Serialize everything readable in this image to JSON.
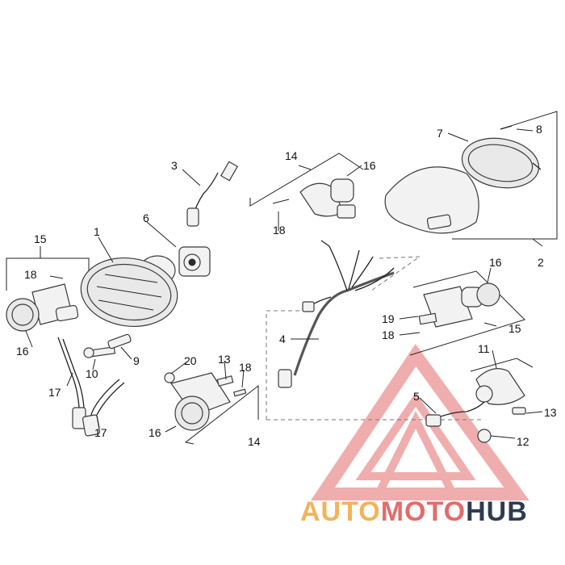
{
  "callouts": [
    {
      "id": "c1",
      "text": "1"
    },
    {
      "id": "c2",
      "text": "2"
    },
    {
      "id": "c3",
      "text": "3"
    },
    {
      "id": "c4",
      "text": "4"
    },
    {
      "id": "c5",
      "text": "5"
    },
    {
      "id": "c6",
      "text": "6"
    },
    {
      "id": "c7",
      "text": "7"
    },
    {
      "id": "c8",
      "text": "8"
    },
    {
      "id": "c9",
      "text": "9"
    },
    {
      "id": "c10",
      "text": "10"
    },
    {
      "id": "c11",
      "text": "11"
    },
    {
      "id": "c12",
      "text": "12"
    },
    {
      "id": "c13a",
      "text": "13"
    },
    {
      "id": "c13b",
      "text": "13"
    },
    {
      "id": "c14a",
      "text": "14"
    },
    {
      "id": "c14b",
      "text": "14"
    },
    {
      "id": "c15a",
      "text": "15"
    },
    {
      "id": "c15b",
      "text": "15"
    },
    {
      "id": "c16a",
      "text": "16"
    },
    {
      "id": "c16b",
      "text": "16"
    },
    {
      "id": "c16c",
      "text": "16"
    },
    {
      "id": "c16d",
      "text": "16"
    },
    {
      "id": "c17a",
      "text": "17"
    },
    {
      "id": "c17b",
      "text": "17"
    },
    {
      "id": "c18a",
      "text": "18"
    },
    {
      "id": "c18b",
      "text": "18"
    },
    {
      "id": "c18c",
      "text": "18"
    },
    {
      "id": "c18d",
      "text": "18"
    },
    {
      "id": "c19",
      "text": "19"
    },
    {
      "id": "c20",
      "text": "20"
    }
  ],
  "watermark": {
    "part1": "AUTO",
    "part2": "MOTO",
    "part3": "HUB"
  },
  "colors": {
    "watermark_orange": "#f2b35a",
    "watermark_red": "#e46b6b",
    "watermark_navy": "#2f3b52"
  }
}
